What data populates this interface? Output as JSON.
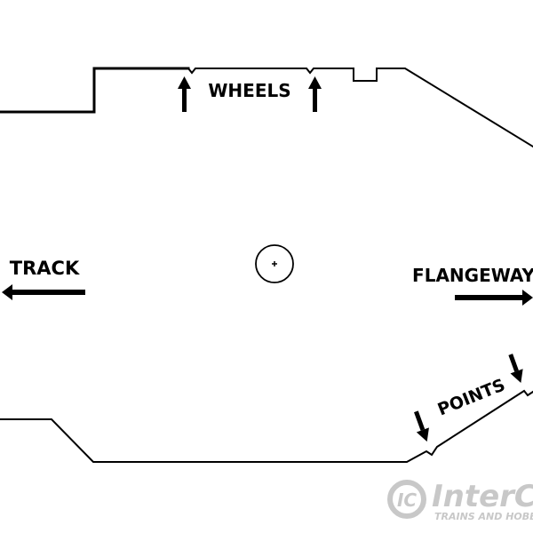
{
  "labels": {
    "wheels": "WHEELS",
    "track": "TRACK",
    "flangeway": "FLANGEWAY",
    "points": "POINTS"
  },
  "watermark": {
    "logo_text": "IC",
    "name": "InterCi",
    "tagline": "TRAINS AND HOBBIE"
  },
  "colors": {
    "ink": "#000000",
    "watermark": "#c8c8c8",
    "background": "#ffffff"
  }
}
